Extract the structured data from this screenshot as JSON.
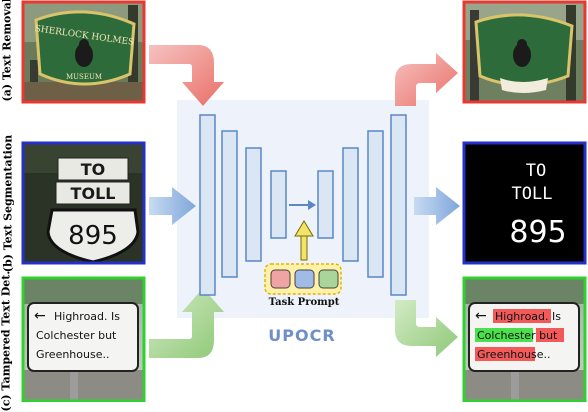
{
  "row_labels": [
    "(a) Text Removal",
    "(b) Text Segmentation",
    "(c) Tampered Text Det."
  ],
  "model_name": "UPOCR",
  "task_prompt_label": "Task Prompt",
  "sign_a_text": [
    "SHERLOCK HOLMES",
    "MUSEUM"
  ],
  "sign_b_text": [
    "TO",
    "TOLL",
    "895"
  ],
  "seg_text": [
    "TO",
    "TOLL",
    "895"
  ],
  "sign_c_lines": [
    "Highroad. Is",
    "Colchester but",
    "Greenhouse.."
  ],
  "colors": {
    "removal": "#e8382f",
    "segmentation": "#2430c8",
    "tampered": "#2fd12f",
    "arrow_red": "#ef8f8a",
    "arrow_blue": "#8fb4e2",
    "arrow_green": "#a8d790",
    "block_fill": "#dbe6f5",
    "block_stroke": "#5b87c6",
    "panel_bg": "#eef3fb",
    "prompt_red": "#f0a3a3",
    "prompt_blue": "#9fbbe6",
    "prompt_green": "#a9d59a",
    "prompt_box": "#fff1a8",
    "prompt_border": "#e0b400",
    "label_color": "#6f8fc6"
  }
}
